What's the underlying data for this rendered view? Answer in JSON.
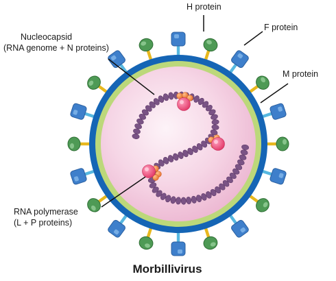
{
  "title": "Morbillivirus",
  "labels": {
    "h_protein": "H protein",
    "f_protein": "F protein",
    "m_protein": "M protein",
    "nucleocapsid_line1": "Nucleocapsid",
    "nucleocapsid_line2": "(RNA genome + N proteins)",
    "polymerase_line1": "RNA polymerase",
    "polymerase_line2": "(L + P proteins)"
  },
  "colors": {
    "envelope_outer": "#1565b5",
    "matrix_layer": "#bcd87a",
    "interior": "#f5d0e2",
    "nucleocapsid": "#7a5385",
    "h_protein": "#3e7fcb",
    "h_stalk": "#57b8e0",
    "f_protein": "#4e9a55",
    "f_stalk": "#e8b81e",
    "polymerase_L": "#ea4a7c",
    "polymerase_P": "#ef8a4a"
  }
}
